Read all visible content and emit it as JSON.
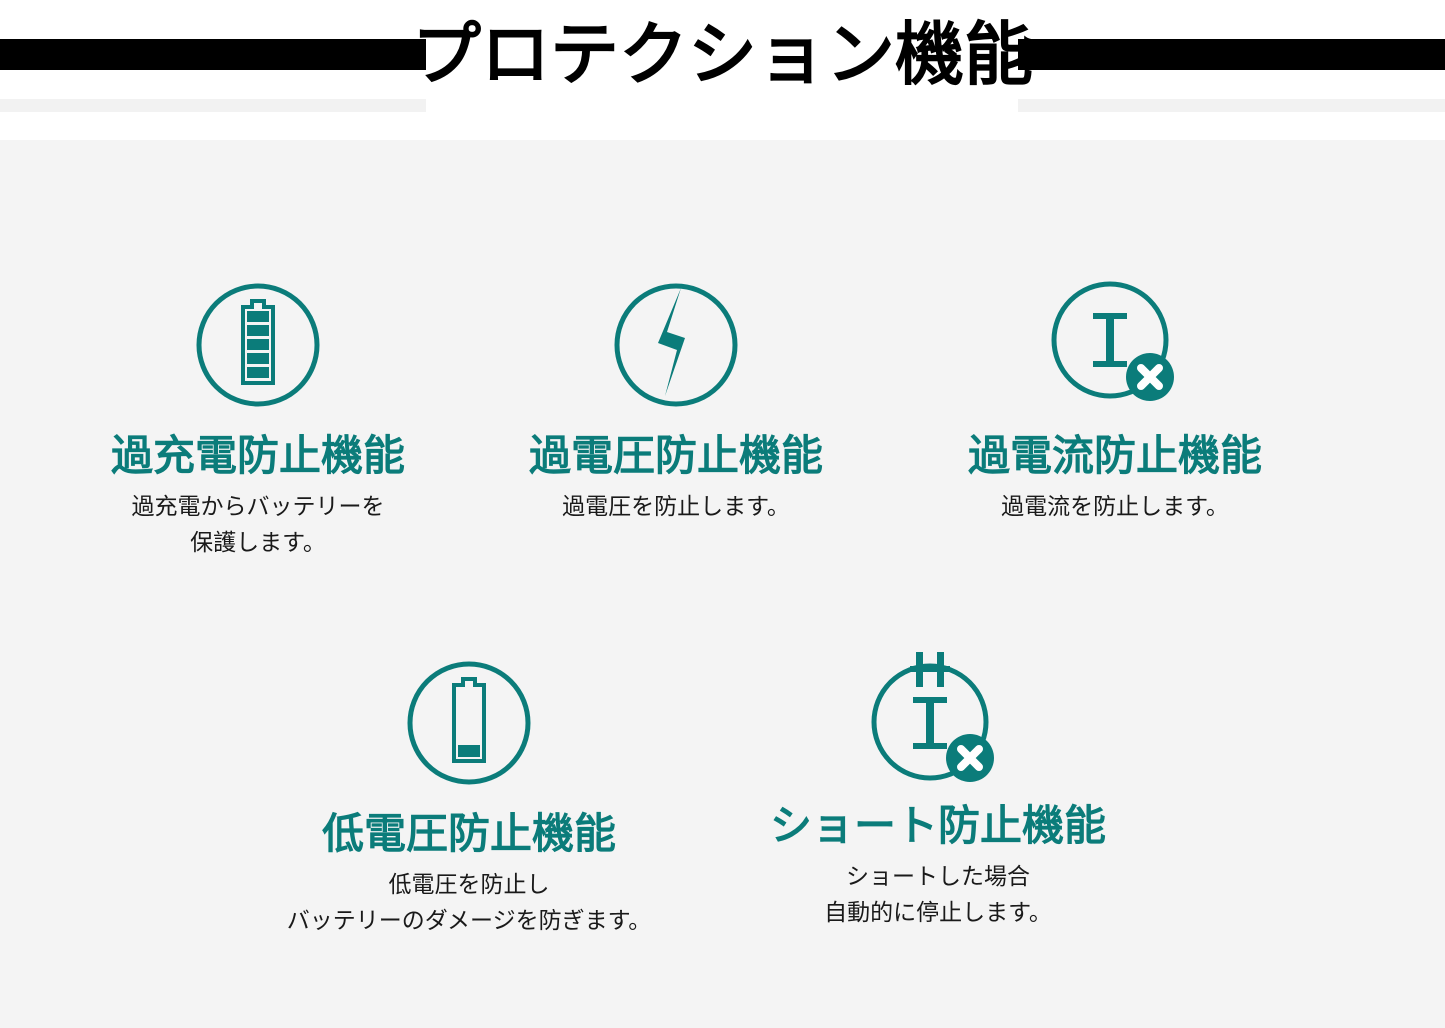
{
  "header": {
    "title": "プロテクション機能",
    "bar_color": "#000000",
    "title_color": "#000000"
  },
  "theme": {
    "accent": "#0b7c7a",
    "background": "#f4f4f4",
    "header_background": "#ffffff",
    "body_text": "#1a1a1a"
  },
  "features": [
    {
      "icon": "battery-full-circle-icon",
      "title": "過充電防止機能",
      "desc_lines": [
        "過充電からバッテリーを",
        "保護します。"
      ]
    },
    {
      "icon": "lightning-bolt-circle-icon",
      "title": "過電圧防止機能",
      "desc_lines": [
        "過電圧を防止します。"
      ]
    },
    {
      "icon": "current-blocked-circle-icon",
      "title": "過電流防止機能",
      "desc_lines": [
        "過電流を防止します。"
      ]
    },
    {
      "icon": "battery-low-circle-icon",
      "title": "低電圧防止機能",
      "desc_lines": [
        "低電圧を防止し",
        "バッテリーのダメージを防ぎます。"
      ]
    },
    {
      "icon": "short-circuit-blocked-icon",
      "title": "ショート防止機能",
      "desc_lines": [
        "ショートした場合",
        "自動的に停止します。"
      ]
    }
  ]
}
